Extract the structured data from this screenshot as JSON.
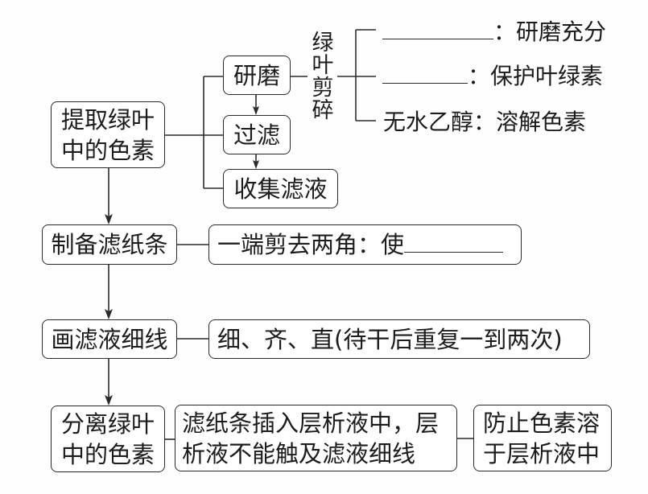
{
  "extract": {
    "lines": [
      "提取绿叶",
      "中的色素"
    ]
  },
  "grind": {
    "label": "研磨"
  },
  "filter": {
    "label": "过滤"
  },
  "collect": {
    "label": "收集滤液"
  },
  "grind_details": {
    "heading_chars": [
      "绿",
      "叶",
      "剪",
      "碎"
    ],
    "items": [
      {
        "text": "：研磨充分"
      },
      {
        "text": "：保护叶绿素"
      },
      {
        "text": "无水乙醇：溶解色素"
      }
    ]
  },
  "prepare_paper": {
    "label": "制备滤纸条",
    "note": "一端剪去两角：使"
  },
  "draw_line": {
    "label": "画滤液细线",
    "note": "细、齐、直(待干后重复一到两次)"
  },
  "separate": {
    "lines": [
      "分离绿叶",
      "中的色素"
    ],
    "method_lines": [
      "滤纸条插入层析液中，层",
      "析液不能触及滤液细线"
    ],
    "purpose_lines": [
      "防止色素溶",
      "于层析液中"
    ]
  }
}
